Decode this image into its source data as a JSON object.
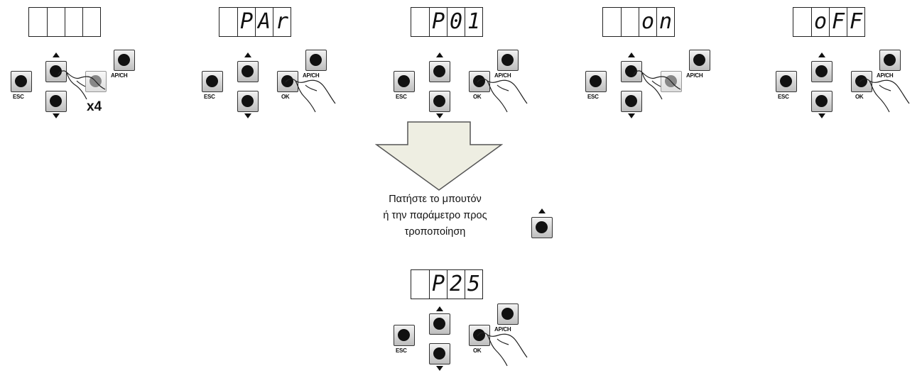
{
  "steps": [
    {
      "id": "step-1",
      "display": [
        "",
        "",
        "",
        ""
      ],
      "multiplier": "x4",
      "press": "up"
    },
    {
      "id": "step-2",
      "display": [
        "",
        "P",
        "A",
        "r"
      ],
      "press": "ok"
    },
    {
      "id": "step-3",
      "display": [
        "",
        "P",
        "0",
        "1"
      ],
      "press": "ok"
    },
    {
      "id": "step-4",
      "display": [
        "",
        "",
        "o",
        "n"
      ],
      "press": "up"
    },
    {
      "id": "step-5",
      "display": [
        "",
        "o",
        "F",
        "F"
      ],
      "press": "ok"
    },
    {
      "id": "step-6",
      "display": [
        "",
        "P",
        "2",
        "5"
      ],
      "press": "ok"
    }
  ],
  "labels": {
    "esc": "ESC",
    "ok": "OK",
    "apch": "AP/CH"
  },
  "instruction": {
    "line1": "Πατήστε το μπουτόν",
    "line2": "ή την παράμετρο προς",
    "line3": "τροποποίηση"
  },
  "colors": {
    "arrow_fill": "#eeeee2",
    "arrow_stroke": "#555555",
    "ink": "#111111"
  }
}
